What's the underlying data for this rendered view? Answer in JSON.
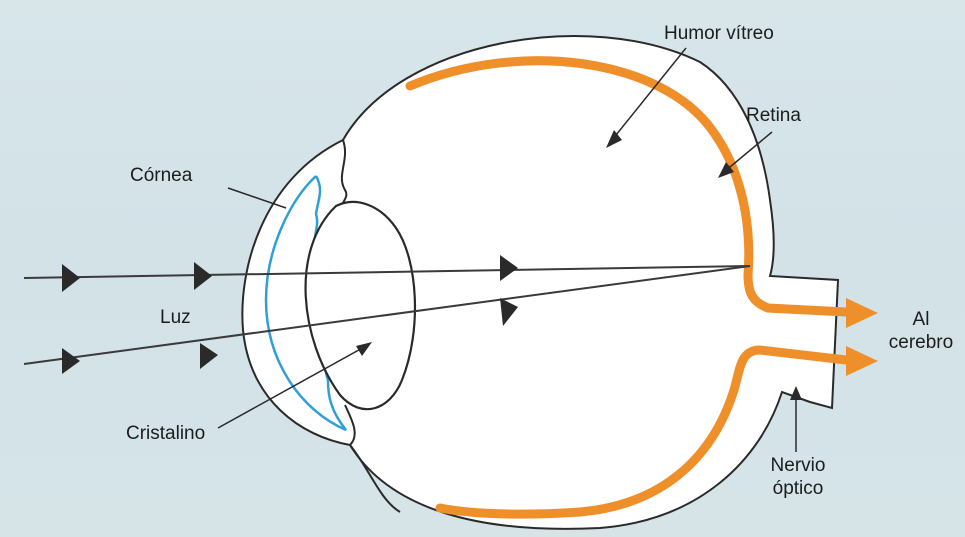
{
  "labels": {
    "humor_vitreo": "Humor vítreo",
    "retina": "Retina",
    "cornea": "Córnea",
    "luz": "Luz",
    "cristalino": "Cristalino",
    "al_cerebro_line1": "Al",
    "al_cerebro_line2": "cerebro",
    "nervio_optico_line1": "Nervio",
    "nervio_optico_line2": "óptico"
  },
  "colors": {
    "background": "#d4e3e8",
    "eyeball_fill": "#ffffff",
    "outline": "#2a2a2a",
    "retina": "#ee8f2a",
    "cornea_blue": "#2f9fd6",
    "light_ray": "#3a3a3a"
  }
}
